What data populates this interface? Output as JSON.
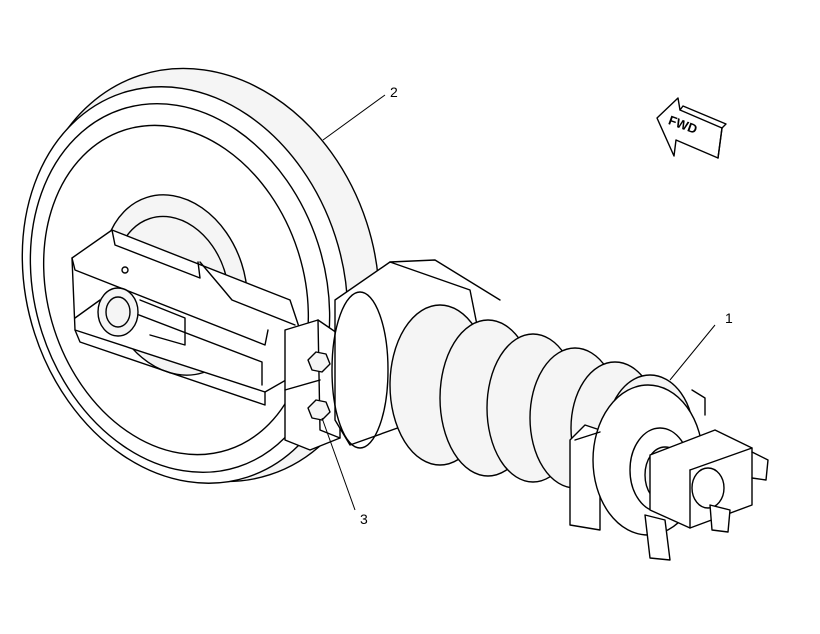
{
  "callouts": {
    "part_1": "1",
    "part_2": "2",
    "part_3": "3"
  },
  "direction_arrow": {
    "label": "FWD"
  }
}
